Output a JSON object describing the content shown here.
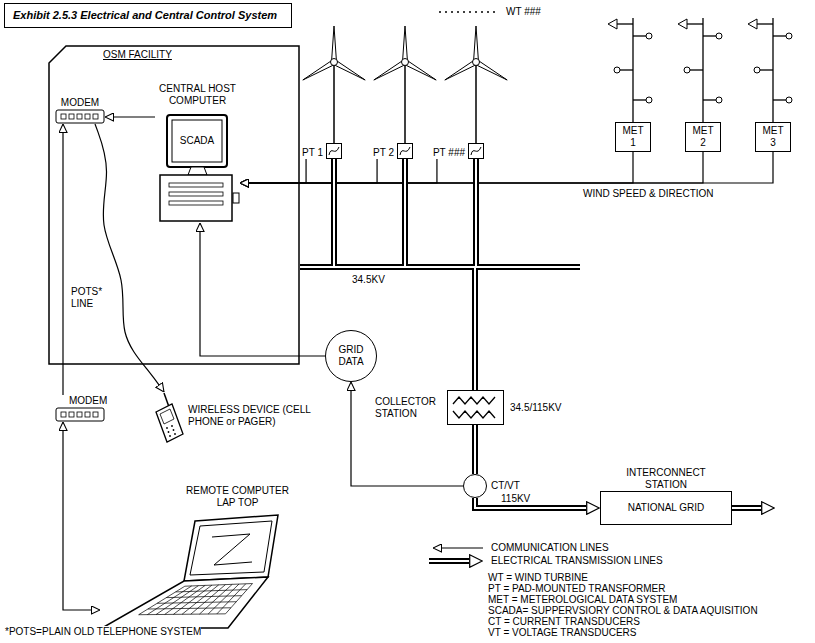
{
  "diagram": {
    "title": "Exhibit 2.5.3 Electrical and Central Control System",
    "nodes": [
      {
        "text": [
          "OSM FACILITY"
        ]
      },
      {
        "text": [
          "MODEM"
        ],
        "in": 0
      },
      {
        "text": [
          "CENTRAL HOST COMPUTER",
          "SCADA"
        ],
        "in": 0
      },
      {
        "text": [
          "WIRELESS DEVICE (CELL PHONE or PAGER)"
        ]
      },
      {
        "text": [
          "MODEM"
        ]
      },
      {
        "text": [
          "REMOTE COMPUTER LAP TOP"
        ]
      },
      {
        "text": [
          "PT 1"
        ]
      },
      {
        "text": [
          "PT 2"
        ]
      },
      {
        "text": [
          "PT ###"
        ]
      },
      {
        "text": [
          "MET 1"
        ]
      },
      {
        "text": [
          "MET 2"
        ]
      },
      {
        "text": [
          "MET 3"
        ]
      },
      {
        "text": [
          "GRID DATA"
        ]
      },
      {
        "text": [
          "COLLECTOR STATION",
          "34.5/115KV"
        ]
      },
      {
        "text": [
          "CT/VT"
        ]
      },
      {
        "text": [
          "INTERCONNECT STATION",
          "NATIONAL GRID"
        ]
      }
    ],
    "edges": [
      {
        "from": 2,
        "to": 1,
        "arrow": "to"
      },
      {
        "from": 1,
        "to": 3,
        "arrow": "to"
      },
      {
        "from": 4,
        "to": 1,
        "label": "POTS* LINE",
        "arrow": "to"
      },
      {
        "from": 4,
        "to": 5,
        "arrow": "both"
      },
      {
        "from": 6,
        "to": 2,
        "arrow": "to"
      },
      {
        "from": 7,
        "to": 2,
        "arrow": "to"
      },
      {
        "from": 8,
        "to": 2,
        "arrow": "to"
      },
      {
        "from": 9,
        "to": 2,
        "arrow": "to"
      },
      {
        "from": 10,
        "to": 2,
        "arrow": "to"
      },
      {
        "from": 11,
        "to": 2,
        "label": "WIND SPEED & DIRECTION",
        "arrow": "to"
      },
      {
        "from": 12,
        "to": 2,
        "arrow": "to"
      },
      {
        "from": 14,
        "to": 12,
        "arrow": "to"
      },
      {
        "from": 6,
        "to": 13,
        "arrow": "none"
      },
      {
        "from": 7,
        "to": 13,
        "arrow": "none"
      },
      {
        "from": 8,
        "to": 13,
        "arrow": "none"
      },
      {
        "from": 13,
        "to": 14,
        "arrow": "none"
      },
      {
        "from": 14,
        "to": 15,
        "label": "115KV",
        "arrow": "to"
      }
    ],
    "labels": [
      "WT ###",
      "34.5KV",
      "WT = WIND TURBINE",
      "PT = PAD-MOUNTED TRANSFORMER",
      "MET = METEROLOGICAL DATA SYSTEM",
      "SCADA= SUPPERVSIORY CONTROL & DATA AQUISITION",
      "CT = CURRENT TRANSDUCERS",
      "VT = VOLTAGE TRANSDUCERS",
      "*POTS=PLAIN OLD TELEPHONE SYSTEM"
    ],
    "legend": [
      {
        "text": "COMMUNICATION LINES"
      },
      {
        "text": "ELECTRICAL TRANSMISSION LINES"
      }
    ]
  }
}
